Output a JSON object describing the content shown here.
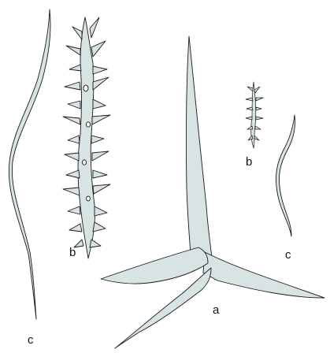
{
  "labels": {
    "a": "a",
    "b_large": "b",
    "b_small": "b",
    "c_large": "c",
    "c_small": "c"
  },
  "colors": {
    "fill": "#d8e3e3",
    "stroke": "#1a1a1a"
  }
}
